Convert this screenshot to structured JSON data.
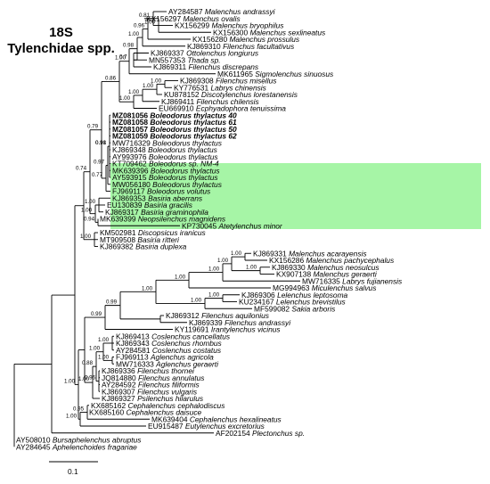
{
  "title": {
    "line1": "18S",
    "line2": "Tylenchidae spp."
  },
  "scale_bar": {
    "label": "0.1"
  },
  "highlight_color": "#a6f5a6",
  "tips": [
    {
      "acc": "AY284587",
      "sp": "Malenchus andrassyi"
    },
    {
      "acc": "KX156297",
      "sp": "Malenchus ovalis"
    },
    {
      "acc": "KX156299",
      "sp": "Malenchus bryophilus"
    },
    {
      "acc": "KX156300",
      "sp": "Malenchus sexlineatus"
    },
    {
      "acc": "KX156280",
      "sp": "Malenchus prossulus"
    },
    {
      "acc": "KJ869310",
      "sp": "Filenchus facultativus"
    },
    {
      "acc": "KJ869337",
      "sp": "Ottolenchus longiurus"
    },
    {
      "acc": "MN557353",
      "sp": "Thada sp."
    },
    {
      "acc": "KJ869311",
      "sp": "Filenchus discrepans"
    },
    {
      "acc": "MK611965",
      "sp": "Sigmolenchus sinuosus"
    },
    {
      "acc": "KJ869308",
      "sp": "Filenchus misellus"
    },
    {
      "acc": "KY776531",
      "sp": "Labrys chinensis"
    },
    {
      "acc": "KU878152",
      "sp": "Discotylenchus lorestanensis"
    },
    {
      "acc": "KJ869411",
      "sp": "Filenchus chilensis"
    },
    {
      "acc": "EU669910",
      "sp": "Ecphyadophora tenuissima"
    },
    {
      "acc": "MZ081056",
      "sp": "Boleodorus thylactus 40",
      "bold": true
    },
    {
      "acc": "MZ081058",
      "sp": "Boleodorus thylactus 61",
      "bold": true
    },
    {
      "acc": "MZ081057",
      "sp": "Boleodorus thylactus 50",
      "bold": true
    },
    {
      "acc": "MZ081059",
      "sp": "Boleodorus thylactus 62",
      "bold": true
    },
    {
      "acc": "MW716329",
      "sp": "Boleodorus thylactus"
    },
    {
      "acc": "KJ869348",
      "sp": "Boleodorus thylactus"
    },
    {
      "acc": "AY993976",
      "sp": "Boleodorus thylactus"
    },
    {
      "acc": "KT709462",
      "sp": "Boleodorus sp. NM-4"
    },
    {
      "acc": "MK639396",
      "sp": "Boleodorus thylactus"
    },
    {
      "acc": "AY593915",
      "sp": "Boleodorus thylactus"
    },
    {
      "acc": "MW056180",
      "sp": "Boleodorus thylactus"
    },
    {
      "acc": "FJ969117",
      "sp": "Boleodorus volutus"
    },
    {
      "acc": "KJ869353",
      "sp": "Basiria aberrans"
    },
    {
      "acc": "EU130839",
      "sp": "Basiria gracilis"
    },
    {
      "acc": "KJ869317",
      "sp": "Basiria graminophila"
    },
    {
      "acc": "MK639399",
      "sp": "Neopsilenchus magnidens"
    },
    {
      "acc": "KP730045",
      "sp": "Atetylenchus minor"
    },
    {
      "acc": "KM502981",
      "sp": "Discopsicus iranicus"
    },
    {
      "acc": "MT909508",
      "sp": "Basiria ritteri"
    },
    {
      "acc": "KJ869382",
      "sp": "Basiria duplexa"
    },
    {
      "acc": "KJ869331",
      "sp": "Malenchus acarayensis"
    },
    {
      "acc": "KX156286",
      "sp": "Malenchus pachycephalus"
    },
    {
      "acc": "KJ869330",
      "sp": "Malenchus neosulcus"
    },
    {
      "acc": "KX907138",
      "sp": "Malenchus geraerti"
    },
    {
      "acc": "MW716335",
      "sp": "Labrys fujianensis"
    },
    {
      "acc": "MG994963",
      "sp": "Miculenchus salvus"
    },
    {
      "acc": "KJ869306",
      "sp": "Lelenchus leptosoma"
    },
    {
      "acc": "KU234167",
      "sp": "Lelenchus brevistilus"
    },
    {
      "acc": "MF599082",
      "sp": "Sakia arboris"
    },
    {
      "acc": "KJ869312",
      "sp": "Filenchus aquilonius"
    },
    {
      "acc": "KJ869339",
      "sp": "Filenchus andrassyi"
    },
    {
      "acc": "KY119691",
      "sp": "Irantylenchus vicinus"
    },
    {
      "acc": "KJ869413",
      "sp": "Coslenchus cancellatus"
    },
    {
      "acc": "KJ869343",
      "sp": "Coslenchus rhombus"
    },
    {
      "acc": "AY284581",
      "sp": "Coslenchus costatus"
    },
    {
      "acc": "FJ969113",
      "sp": "Aglenchus agricola"
    },
    {
      "acc": "MW716333",
      "sp": "Aglenchus geraerti"
    },
    {
      "acc": "KJ869336",
      "sp": "Filenchus thornei"
    },
    {
      "acc": "JQ814880",
      "sp": "Filenchus annulatus"
    },
    {
      "acc": "AY284592",
      "sp": "Filenchus filiformis"
    },
    {
      "acc": "KJ869307",
      "sp": "Filenchus vulgaris"
    },
    {
      "acc": "KJ869327",
      "sp": "Psilenchus hilarulus"
    },
    {
      "acc": "KX685162",
      "sp": "Cephalenchus cephalodiscus"
    },
    {
      "acc": "KX685160",
      "sp": "Cephalenchus daisuce"
    },
    {
      "acc": "MK639404",
      "sp": "Cephalenchus hexalineatus"
    },
    {
      "acc": "EU915487",
      "sp": "Eutylenchus excretorius"
    },
    {
      "acc": "AF202154",
      "sp": "Plectonchus sp."
    },
    {
      "acc": "AY508010",
      "sp": "Bursaphelenchus abruptus"
    },
    {
      "acc": "AY284645",
      "sp": "Aphelenchoides fragariae"
    }
  ],
  "supports": [
    "0.81",
    "0.96",
    "1.00",
    "0.98",
    "0.7",
    "1.00",
    "1.00",
    "0.86",
    "1.00",
    "1.00",
    "1.00",
    "0.79",
    "1.00",
    "0.98",
    "0.97",
    "0.91",
    "0.77",
    "0.74",
    "1.00",
    "0.94",
    "1.00",
    "1.00",
    "1.00",
    "1.00",
    "1.00",
    "1.00",
    "1.00",
    "1.00",
    "1.00",
    "0.99",
    "1.00",
    "0.99",
    "1.00",
    "1.00",
    "1.00",
    "0.96",
    "0.95",
    "1.00",
    "0.88",
    "1.00",
    "1.00"
  ]
}
